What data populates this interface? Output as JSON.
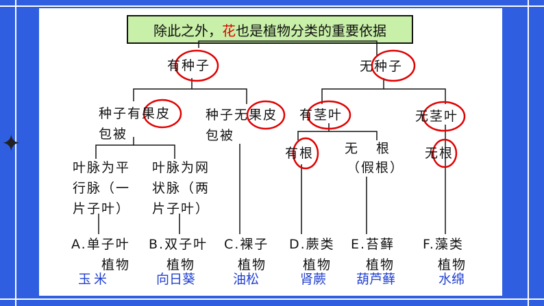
{
  "title": {
    "prefix": "除此之外，",
    "highlight": "花",
    "suffix": "也是植物分类的重要依据"
  },
  "level1": {
    "left": "有种子",
    "right": "无种子"
  },
  "level2": {
    "a": [
      "种子有果皮",
      "包被"
    ],
    "b": [
      "种子无果皮",
      "包被"
    ],
    "c": "有茎叶",
    "d": "无茎叶"
  },
  "level3": {
    "a": [
      "叶脉为平",
      "行脉（一",
      "片子叶）"
    ],
    "b": [
      "叶脉为网",
      "状脉（两",
      "片子叶）"
    ],
    "c": "有根",
    "d": "无　根",
    "d2": "（假根）",
    "e": "无根"
  },
  "leaves": [
    {
      "label": "A.单子叶",
      "label2": "植物",
      "example": "玉米"
    },
    {
      "label": "B.双子叶",
      "label2": "植物",
      "example": "向日葵"
    },
    {
      "label": "C.裸子",
      "label2": "植物",
      "example": "油松"
    },
    {
      "label": "D.蕨类",
      "label2": "植物",
      "example": "肾蕨"
    },
    {
      "label": "E.苔藓",
      "label2": "植物",
      "example": "葫芦藓"
    },
    {
      "label": "F.藻类",
      "label2": "植物",
      "example": "水绵"
    }
  ],
  "colors": {
    "background": "#2f5fe0",
    "circle": "#e00000",
    "example_text": "#1f3fd0",
    "title_bg": "#c8f0a8"
  }
}
